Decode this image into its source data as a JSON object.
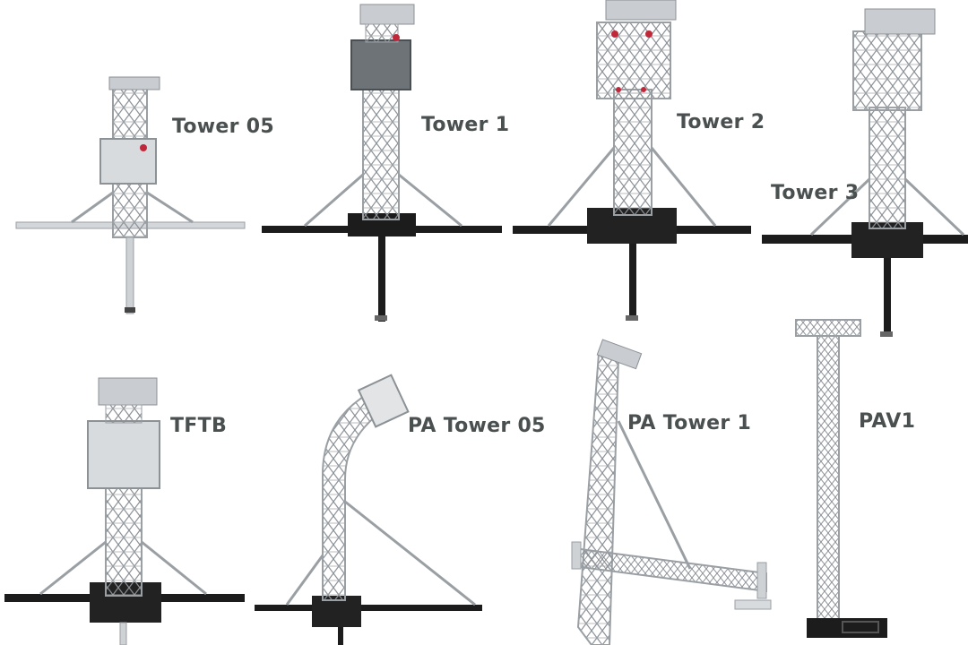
{
  "towers": [
    {
      "id": "tower05",
      "label": "Tower 05"
    },
    {
      "id": "tower1",
      "label": "Tower 1"
    },
    {
      "id": "tower2",
      "label": "Tower 2"
    },
    {
      "id": "tower3",
      "label": "Tower 3"
    },
    {
      "id": "tftb",
      "label": "TFTB"
    },
    {
      "id": "pa-tower-05",
      "label": "PA Tower 05"
    },
    {
      "id": "pa-tower-1",
      "label": "PA Tower 1"
    },
    {
      "id": "pav1",
      "label": "PAV1"
    }
  ],
  "colors": {
    "background": "#ffffff",
    "label": "#4a4f4f",
    "truss": "#bfc3c6",
    "truss_dark": "#8c9196",
    "base": "#1c1c1c",
    "accent": "#c0283a"
  }
}
